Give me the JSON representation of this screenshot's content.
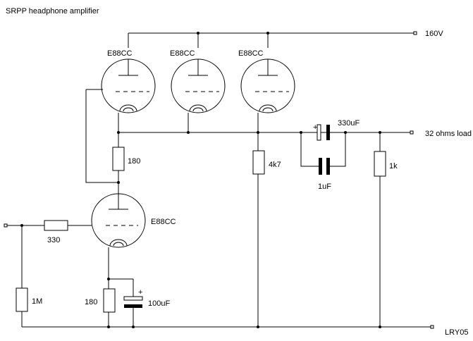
{
  "title": "SRPP headphone amplifier",
  "signature": "LRY05",
  "supply_label": "160V",
  "output_label": "32 ohms load",
  "tubes": {
    "top1": "E88CC",
    "top2": "E88CC",
    "top3": "E88CC",
    "bottom": "E88CC"
  },
  "components": {
    "r_cathode_top": "180",
    "r_4k7": "4k7",
    "r_1k": "1k",
    "r_input": "330",
    "r_1m": "1M",
    "r_cathode_bottom": "180",
    "c_output_elec": "330uF",
    "c_output_film": "1uF",
    "c_cathode_bypass": "100uF",
    "plus_sign": "+"
  }
}
